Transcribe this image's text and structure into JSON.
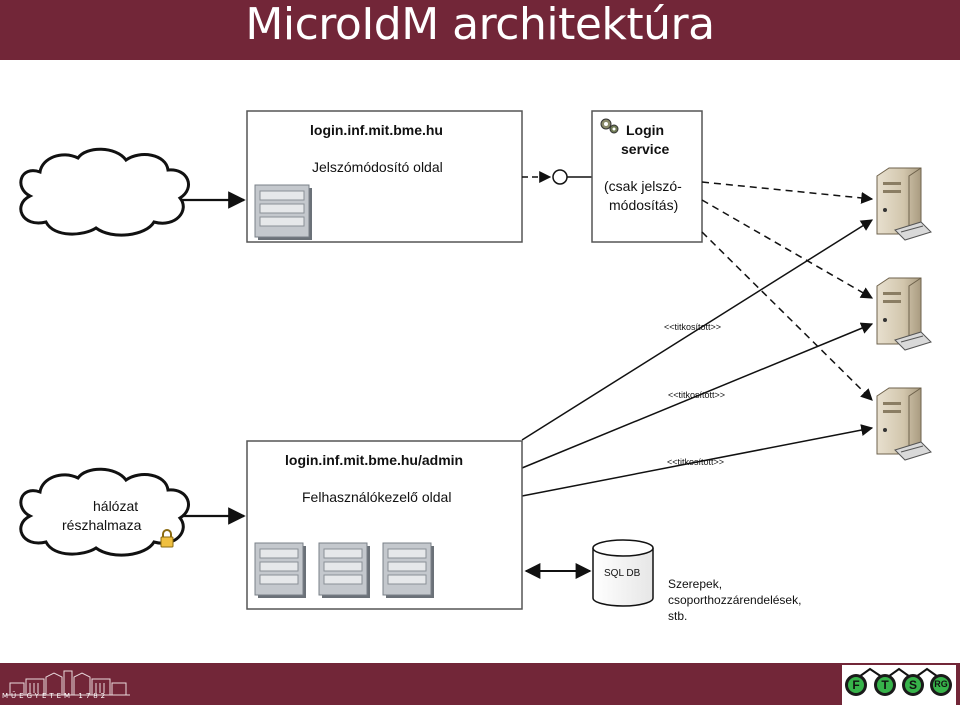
{
  "title": "MicroIdM architektúra",
  "footer_logo_text": "MŰEGYETEM 1782",
  "top_box": {
    "host": "login.inf.mit.bme.hu",
    "subtitle": "Jelszómódosító oldal"
  },
  "login_service": {
    "title_line1": "Login",
    "title_line2": "service",
    "note_line1": "(csak jelszó-",
    "note_line2": "módosítás)"
  },
  "bottom_box": {
    "host": "login.inf.mit.bme.hu/admin",
    "subtitle": "Felhasználókezelő oldal"
  },
  "cloud_bottom": {
    "line1": "hálózat",
    "line2": "részhalmaza"
  },
  "encrypted_labels": [
    "<<titkosított>>",
    "<<titkosított>>",
    "<<titkosított>>"
  ],
  "sql_db": "SQL DB",
  "sql_note": {
    "line1": "Szerepek,",
    "line2": "csoporthozzárendelések,",
    "line3": "stb."
  },
  "ftsrg_letters": [
    "F",
    "T",
    "S",
    "RG"
  ],
  "colors": {
    "brand": "#722638",
    "box_border": "#555555",
    "page_icon": "#b9bec4"
  }
}
